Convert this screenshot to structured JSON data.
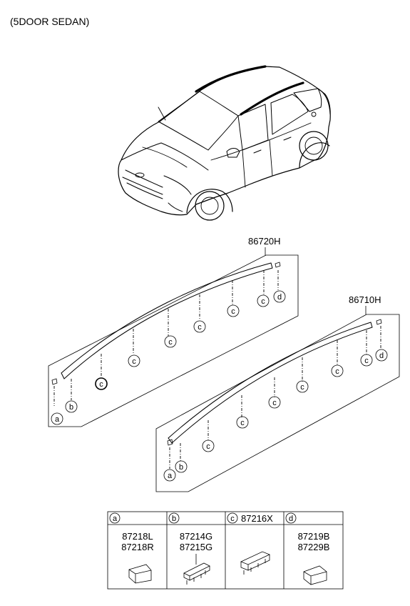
{
  "header": {
    "title": "(5DOOR SEDAN)"
  },
  "assemblies": [
    {
      "part_number": "86720H"
    },
    {
      "part_number": "86710H"
    }
  ],
  "callout_letters": {
    "a": "a",
    "b": "b",
    "c": "c",
    "d": "d"
  },
  "legend": {
    "columns": [
      {
        "letter": "a",
        "header_number": "",
        "part_numbers": [
          "87218L",
          "87218R"
        ]
      },
      {
        "letter": "b",
        "header_number": "",
        "part_numbers": [
          "87214G",
          "87215G"
        ]
      },
      {
        "letter": "c",
        "header_number": "87216X",
        "part_numbers": []
      },
      {
        "letter": "d",
        "header_number": "",
        "part_numbers": [
          "87219B",
          "87229B"
        ]
      }
    ]
  }
}
